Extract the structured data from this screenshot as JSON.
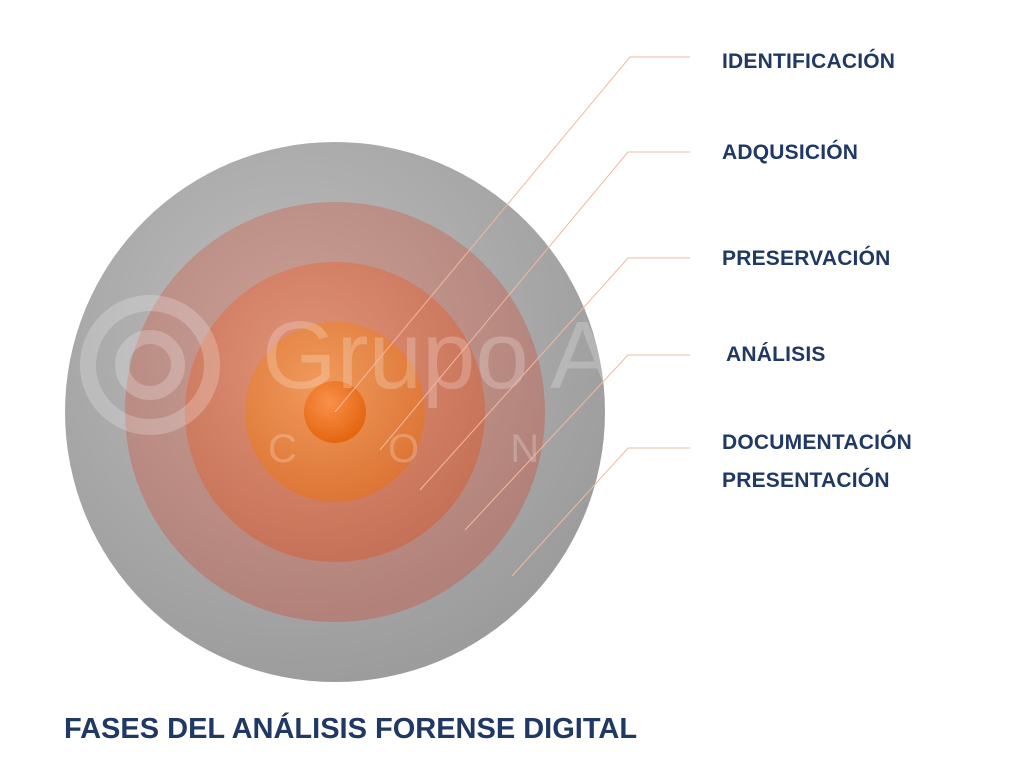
{
  "title": "FASES DEL ANÁLISIS FORENSE DIGITAL",
  "phases": [
    {
      "label": "IDENTIFICACIÓN"
    },
    {
      "label": "ADQUSICIÓN"
    },
    {
      "label": "PRESERVACIÓN"
    },
    {
      "label": "ANÁLISIS"
    },
    {
      "label_line1": "DOCUMENTACIÓN",
      "label_line2": "PRESENTACIÓN"
    }
  ],
  "watermark": {
    "word": "Grupo A",
    "subtitle": "C O N S U"
  },
  "colors": {
    "label_text": "#1f3864",
    "ring_outer": "#a9a9a9",
    "ring_2": "#c09089",
    "ring_3": "#d58163",
    "ring_4": "#e5803e",
    "core": "#ed7012",
    "leader_line": "#f4b7a0"
  }
}
